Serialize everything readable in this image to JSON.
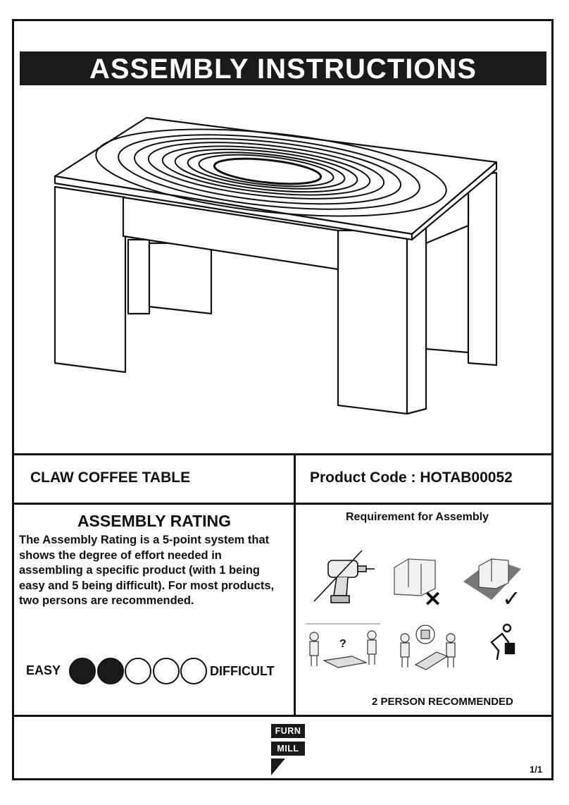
{
  "header": {
    "title": "ASSEMBLY INSTRUCTIONS"
  },
  "product": {
    "name": "CLAW COFFEE TABLE",
    "code_label": "Product Code : HOTAB00052"
  },
  "rating": {
    "title": "ASSEMBLY RATING",
    "description": "The Assembly Rating is a 5-point system that shows the degree of effort needed in assembling a specific product (with 1 being easy and 5 being difficult). For most products, two persons are recommended.",
    "easy_label": "EASY",
    "difficult_label": "DIFFICULT",
    "level": 2,
    "max": 5
  },
  "requirements": {
    "title": "Requirement for Assembly",
    "note": "2 PERSON RECOMMENDED",
    "icons": [
      "no-power-drill-icon",
      "no-hard-floor-icon",
      "use-soft-surface-icon",
      "read-instructions-icon",
      "two-person-icon",
      "lift-carefully-icon"
    ]
  },
  "brand": {
    "line1": "FURN",
    "line2": "MILL"
  },
  "footer": {
    "page": "1/1"
  },
  "colors": {
    "ink": "#111111",
    "bar": "#1a1a1a",
    "paper": "#ffffff"
  }
}
